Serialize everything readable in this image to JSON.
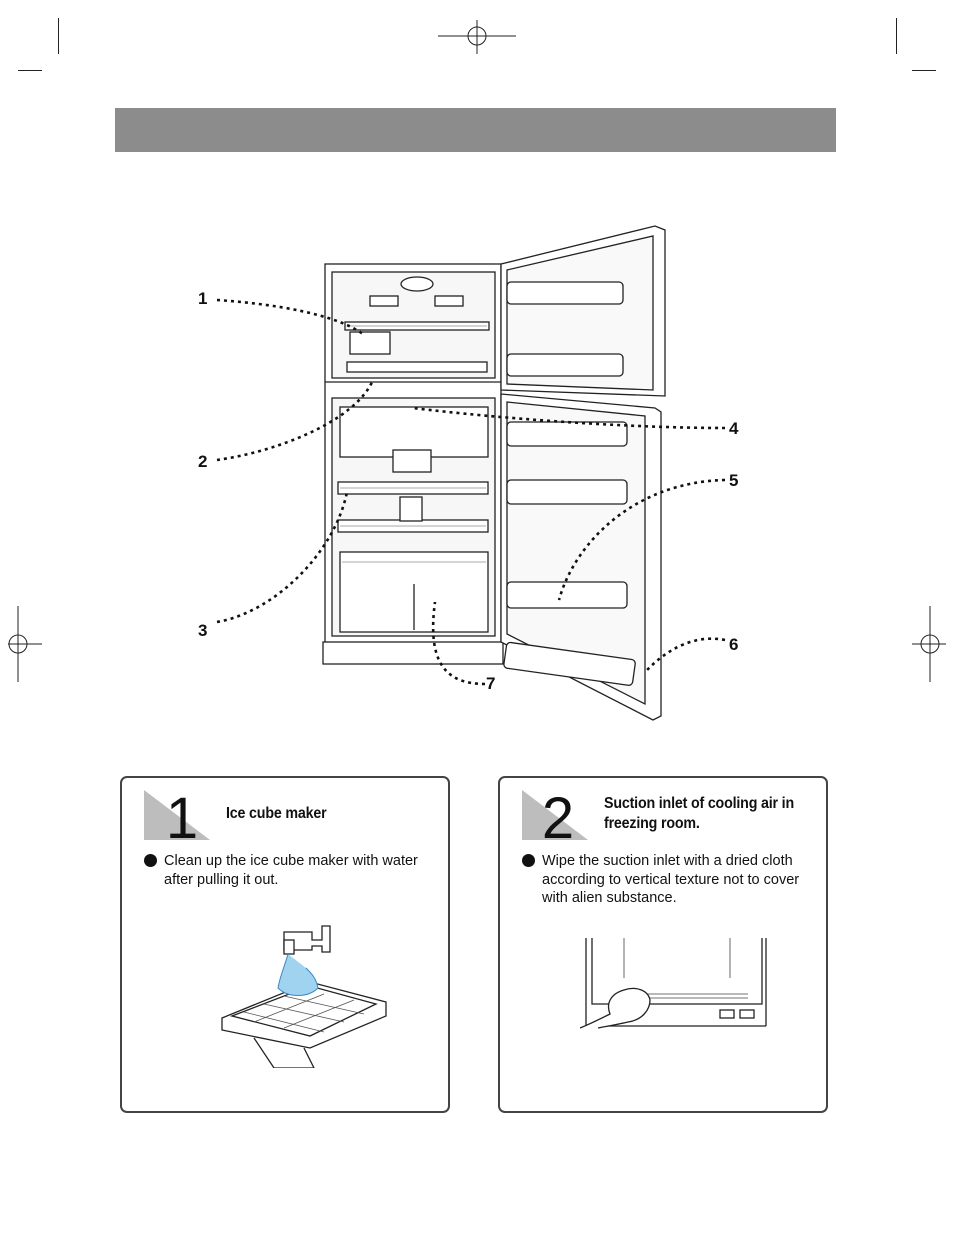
{
  "callouts": [
    "1",
    "2",
    "3",
    "4",
    "5",
    "6",
    "7"
  ],
  "cards": [
    {
      "number": "1",
      "title": "Ice cube maker",
      "text": "Clean up the ice cube maker with water after pulling it out."
    },
    {
      "number": "2",
      "title": "Suction inlet of cooling air in freezing room.",
      "text": "Wipe the suction inlet with a dried cloth according to vertical texture not to cover with alien substance."
    }
  ]
}
